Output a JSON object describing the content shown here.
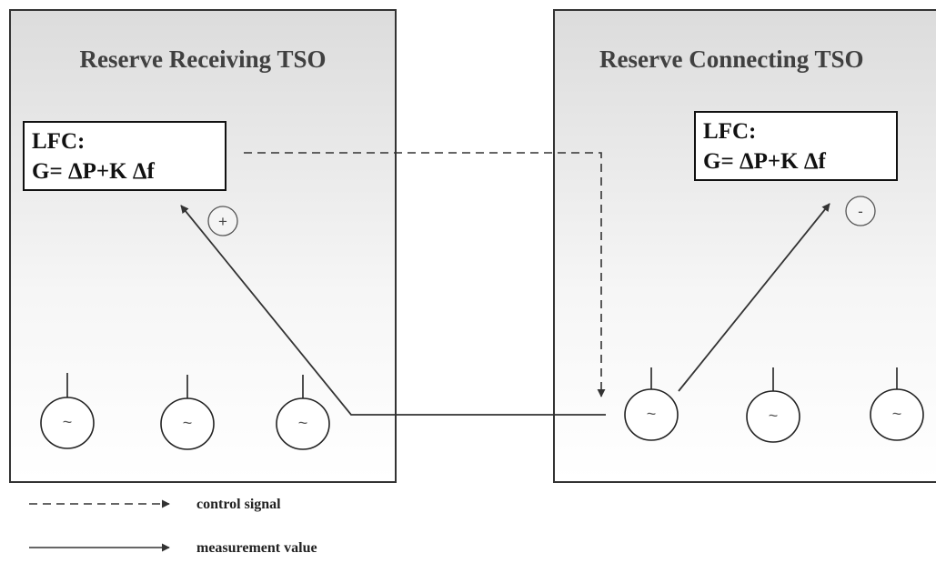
{
  "left_panel": {
    "title": "Reserve Receiving TSO",
    "lfc_line1": "LFC:",
    "lfc_line2": "G= ΔP+K Δf",
    "sign": "+",
    "generator_symbol": "~"
  },
  "right_panel": {
    "title": "Reserve Connecting TSO",
    "lfc_line1": "LFC:",
    "lfc_line2": "G= ΔP+K Δf",
    "sign": "-",
    "generator_symbol": "~"
  },
  "legend": {
    "control_signal": "control signal",
    "measurement_value": "measurement value"
  },
  "colors": {
    "line": "#333333",
    "panel_gradient_top": "#dcdcdc",
    "panel_gradient_bottom": "#ffffff"
  }
}
